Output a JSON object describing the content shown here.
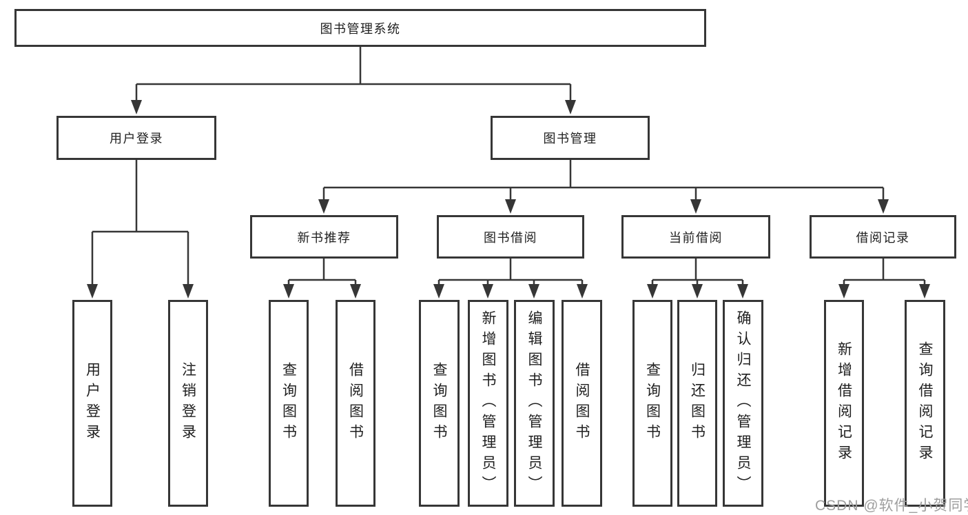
{
  "colors": {
    "line": "#363636",
    "text": "#1f1f1f",
    "background": "#ffffff",
    "watermark": "#9e9e9e"
  },
  "diagram": {
    "root": "图书管理系统",
    "level2": [
      "用户登录",
      "图书管理"
    ],
    "level3": [
      "新书推荐",
      "图书借阅",
      "当前借阅",
      "借阅记录"
    ],
    "leaves": {
      "user_login": [
        "用户登录",
        "注销登录"
      ],
      "new_book": [
        "查询图书",
        "借阅图书"
      ],
      "book_borrow": [
        "查询图书",
        "新增图书（管理员）",
        "编辑图书（管理员）",
        "借阅图书"
      ],
      "current_borrow": [
        "查询图书",
        "归还图书",
        "确认归还（管理员）"
      ],
      "borrow_records": [
        "新增借阅记录",
        "查询借阅记录"
      ]
    }
  },
  "watermark": "CSDN @软件_小贺同学"
}
